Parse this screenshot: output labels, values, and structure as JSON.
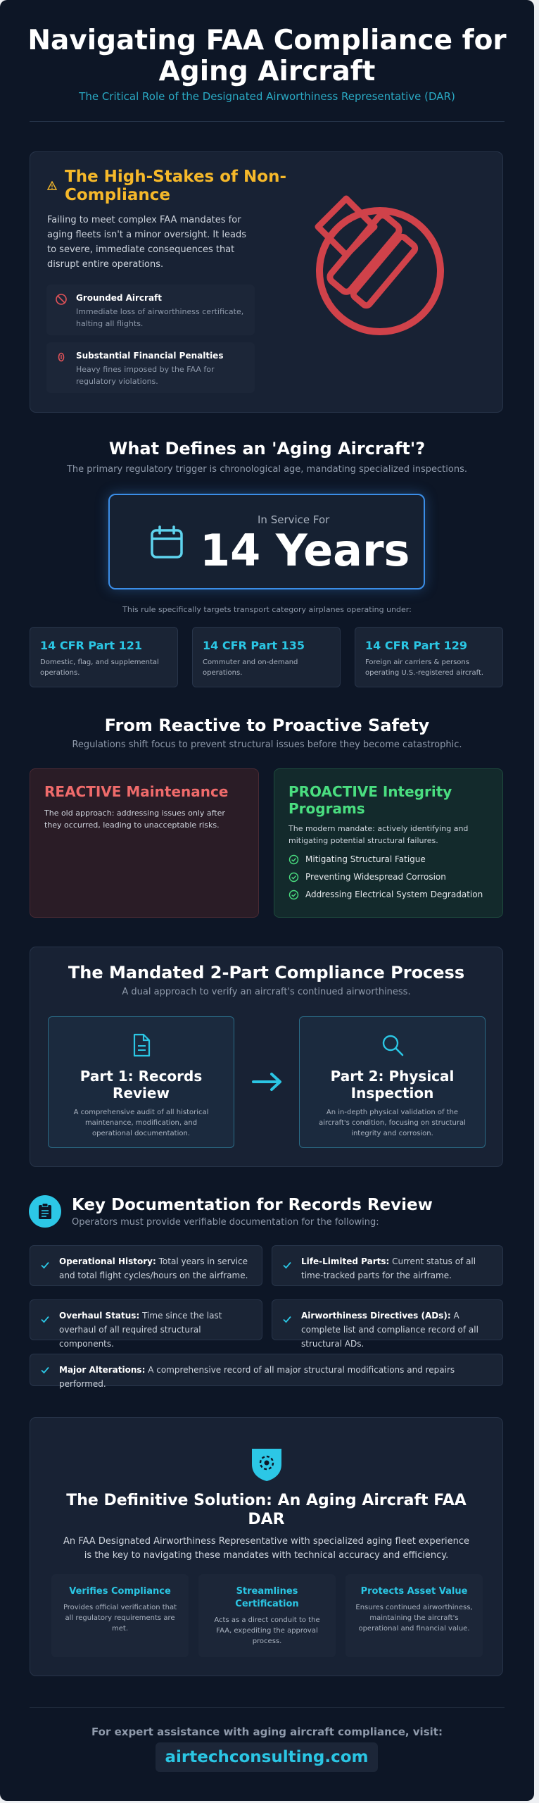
{
  "header": {
    "title": "Navigating FAA Compliance for Aging Aircraft",
    "subtitle": "The Critical Role of the Designated Airworthiness Representative (DAR)"
  },
  "high_stakes": {
    "title": "The High-Stakes of Non-Compliance",
    "text": "Failing to meet complex FAA mandates for aging fleets isn't a minor oversight. It leads to severe, immediate consequences that disrupt entire operations.",
    "consequences": [
      {
        "title": "Grounded Aircraft",
        "text": "Immediate loss of airworthiness certificate, halting all flights."
      },
      {
        "title": "Substantial Financial Penalties",
        "text": "Heavy fines imposed by the FAA for regulatory violations."
      }
    ]
  },
  "aging": {
    "title": "What Defines an 'Aging Aircraft'?",
    "subtitle": "The primary regulatory trigger is chronological age, mandating specialized inspections.",
    "service_label": "In Service For",
    "service_value": "14 Years",
    "rule_note": "This rule specifically targets transport category airplanes operating under:",
    "parts": [
      {
        "title": "14 CFR Part 121",
        "text": "Domestic, flag, and supplemental operations."
      },
      {
        "title": "14 CFR Part 135",
        "text": "Commuter and on-demand operations."
      },
      {
        "title": "14 CFR Part 129",
        "text": "Foreign air carriers & persons operating U.S.-registered aircraft."
      }
    ]
  },
  "safety": {
    "title": "From Reactive to Proactive Safety",
    "subtitle": "Regulations shift focus to prevent structural issues before they become catastrophic.",
    "reactive": {
      "title": "REACTIVE Maintenance",
      "text": "The old approach: addressing issues only after they occurred, leading to unacceptable risks."
    },
    "proactive": {
      "title": "PROACTIVE Integrity Programs",
      "text": "The modern mandate: actively identifying and mitigating potential structural failures.",
      "items": [
        "Mitigating Structural Fatigue",
        "Preventing Widespread Corrosion",
        "Addressing Electrical System Degradation"
      ]
    }
  },
  "process": {
    "title": "The Mandated 2-Part Compliance Process",
    "subtitle": "A dual approach to verify an aircraft's continued airworthiness.",
    "steps": [
      {
        "title": "Part 1: Records Review",
        "text": "A comprehensive audit of all historical maintenance, modification, and operational documentation."
      },
      {
        "title": "Part 2: Physical Inspection",
        "text": "An in-depth physical validation of the aircraft's condition, focusing on structural integrity and corrosion."
      }
    ]
  },
  "documentation": {
    "title": "Key Documentation for Records Review",
    "subtitle": "Operators must provide verifiable documentation for the following:",
    "items": [
      {
        "label": "Operational History:",
        "text": "Total years in service and total flight cycles/hours on the airframe."
      },
      {
        "label": "Life-Limited Parts:",
        "text": "Current status of all time-tracked parts for the airframe."
      },
      {
        "label": "Overhaul Status:",
        "text": "Time since the last overhaul of all required structural components."
      },
      {
        "label": "Airworthiness Directives (ADs):",
        "text": "A complete list and compliance record of all structural ADs."
      },
      {
        "label": "Major Alterations:",
        "text": "A comprehensive record of all major structural modifications and repairs performed."
      }
    ]
  },
  "solution": {
    "title": "The Definitive Solution: An Aging Aircraft FAA DAR",
    "text": "An FAA Designated Airworthiness Representative with specialized aging fleet experience is the key to navigating these mandates with technical accuracy and efficiency.",
    "benefits": [
      {
        "title": "Verifies Compliance",
        "text": "Provides official verification that all regulatory requirements are met."
      },
      {
        "title": "Streamlines Certification",
        "text": "Acts as a direct conduit to the FAA, expediting the approval process."
      },
      {
        "title": "Protects Asset Value",
        "text": "Ensures continued airworthiness, maintaining the aircraft's operational and financial value."
      }
    ]
  },
  "footer": {
    "label": "For expert assistance with aging aircraft compliance, visit:",
    "link": "airtechconsulting.com"
  },
  "colors": {
    "background": "#0d1626",
    "card": "#182234",
    "accent_cyan": "#2bc6e4",
    "warning_yellow": "#f5b82a",
    "danger_red": "#d0424a",
    "reactive_red": "#ef6b6b",
    "proactive_green": "#4ade80",
    "highlight_blue": "#3b8ee8"
  },
  "icons": [
    "warning-icon",
    "ban-icon",
    "coin-icon",
    "no-flight-icon",
    "calendar-icon",
    "check-circle-icon",
    "document-icon",
    "search-icon",
    "arrow-right-icon",
    "clipboard-icon",
    "check-icon",
    "shield-icon"
  ]
}
